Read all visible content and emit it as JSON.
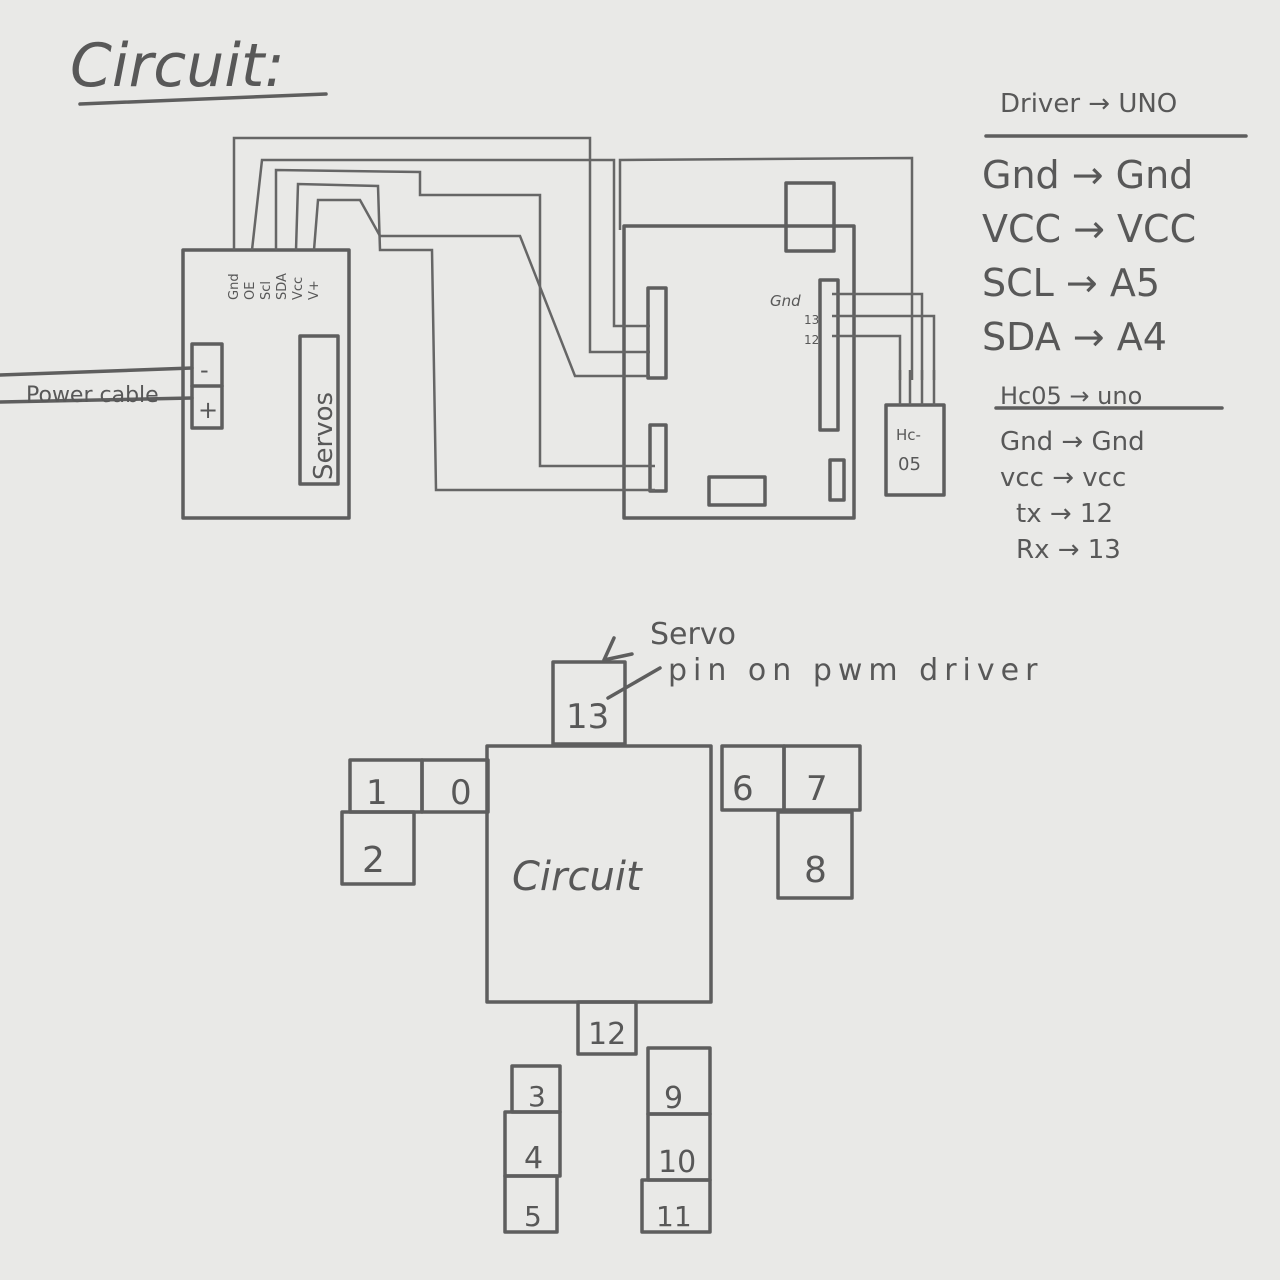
{
  "title": "Circuit:",
  "driver_labels": {
    "power_cable": "Power cable",
    "minus": "-",
    "plus": "+",
    "pins": [
      "Gnd",
      "OE",
      "Scl",
      "SDA",
      "Vcc",
      "V+"
    ],
    "servos": "Servos"
  },
  "uno_labels": {
    "gnd": "Gnd",
    "pin13": "13",
    "pin12": "12"
  },
  "hc05_label": [
    "Hc-",
    "05"
  ],
  "tables": [
    {
      "header": "Driver → UNO",
      "rows": [
        "Gnd → Gnd",
        "VCC → VCC",
        "SCL → A5",
        "SDA → A4"
      ]
    },
    {
      "header": "Hc05 → uno",
      "rows": [
        "Gnd → Gnd",
        "vcc → vcc",
        "tx → 12",
        "Rx → 13"
      ]
    }
  ],
  "robot": {
    "annotation": [
      "Servo",
      "pin on pwm driver"
    ],
    "body_label": "Circuit",
    "servo_pins": [
      "13",
      "1",
      "0",
      "2",
      "6",
      "7",
      "8",
      "12",
      "3",
      "4",
      "5",
      "9",
      "10",
      "11"
    ]
  }
}
